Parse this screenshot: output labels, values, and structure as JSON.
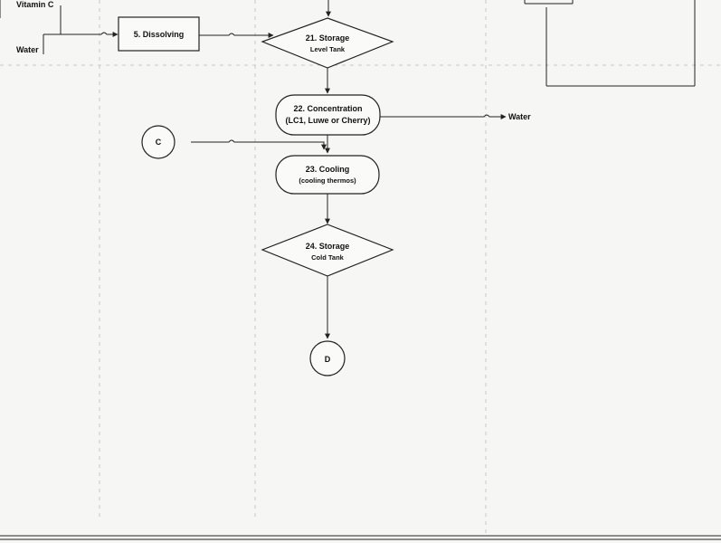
{
  "inputs": {
    "vitamin_c": "Vitamin C",
    "water": "Water"
  },
  "steps": {
    "dissolving": "5. Dissolving",
    "storage_level_title": "21. Storage",
    "storage_level_sub": "Level Tank",
    "concentration_title": "22. Concentration",
    "concentration_sub": "(LC1, Luwe or Cherry)",
    "cooling_title": "23. Cooling",
    "cooling_sub": "(cooling thermos)",
    "storage_cold_title": "24. Storage",
    "storage_cold_sub": "Cold Tank"
  },
  "outputs": {
    "water_out": "Water"
  },
  "connectors": {
    "c": "C",
    "d": "D"
  }
}
